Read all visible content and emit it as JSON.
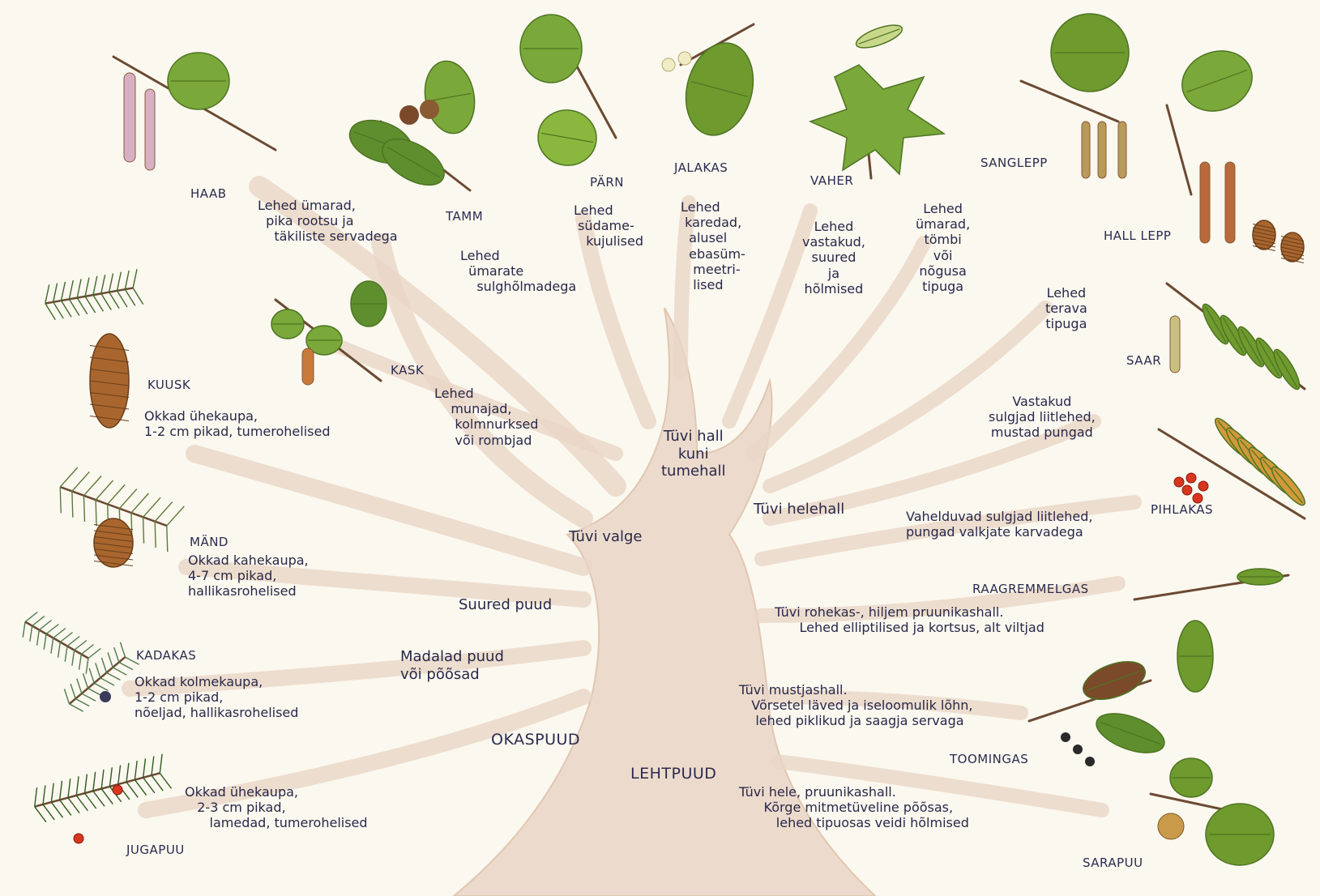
{
  "groups": {
    "conifers": "OKASPUUD",
    "deciduous": "LEHTPUUD",
    "tall_trees": "Suured puud",
    "low_trees": "Madalad puud\nvõi põõsad"
  },
  "trees": {
    "haab": {
      "name": "HAAB",
      "desc": "Lehed ümarad,\n  pika rootsu ja\n    täkiliste servadega"
    },
    "tamm": {
      "name": "TAMM",
      "desc": "Lehed\n  ümarate\n    sulghõlmadega"
    },
    "parn": {
      "name": "PÄRN",
      "desc": "Lehed\n südame-\n   kujulised"
    },
    "jalakas": {
      "name": "JALAKAS",
      "desc": "Lehed\n karedad,\n  alusel\n  ebasüm-\n   meetri-\n   lised"
    },
    "vaher": {
      "name": "VAHER",
      "desc": "Lehed\nvastakud,\nsuured\nja\nhõlmised"
    },
    "sanglepp": {
      "name": "SANGLEPP",
      "desc": "Lehed\nümarad,\ntömbi\nvõi\nnõgusa\ntipuga"
    },
    "hall_lepp": {
      "name": "HALL LEPP",
      "desc": "Lehed\nterava\ntipuga"
    },
    "saar": {
      "name": "SAAR",
      "desc": "Vastakud\nsulgjad liitlehed,\nmustad pungad"
    },
    "pihlakas": {
      "name": "PIHLAKAS",
      "desc": "Vahelduvad sulgjad liitlehed,\npungad valkjate karvadega"
    },
    "raagremmelgas": {
      "name": "RAAGREMMELGAS",
      "desc": "Tüvi rohekas-, hiljem pruunikashall.\n      Lehed elliptilised ja kortsus, alt viltjad"
    },
    "toomingas": {
      "name": "TOOMINGAS",
      "desc": "Tüvi mustjashall.\n   Võrsetel läved ja iseloomulik lõhn,\n    lehed piklikud ja saagja servaga"
    },
    "sarapuu": {
      "name": "SARAPUU",
      "desc": "Tüvi hele, pruunikashall.\n      Kõrge mitmetüveline põõsas,\n         lehed tipuosas veidi hõlmised"
    },
    "kask": {
      "name": "KASK",
      "desc": "Lehed\n    munajad,\n     kolmnurksed\n     või rombjad"
    },
    "kuusk": {
      "name": "KUUSK",
      "desc": "Okkad ühekaupa,\n1-2 cm pikad, tumerohelised"
    },
    "mand": {
      "name": "MÄND",
      "desc": "Okkad kahekaupa,\n4-7 cm pikad,\nhallikasrohelised"
    },
    "kadakas": {
      "name": "KADAKAS",
      "desc": "Okkad kolmekaupa,\n1-2 cm pikad,\nnõeljad, hallikasrohelised"
    },
    "jugapuu": {
      "name": "JUGAPUU",
      "desc": "Okkad ühekaupa,\n   2-3 cm pikad,\n      lamedad, tumerohelised"
    }
  },
  "trunk_notes": {
    "white": "Tüvi valge",
    "light_gray": "Tüvi helehall",
    "gray": "Tüvi hall\nkuni\ntumehall"
  },
  "colors": {
    "background": "#fbf8ef",
    "trunk": "#ead6c6",
    "trunk_stroke": "#dcbfa8",
    "leaf": "#6e9a2e",
    "leaf_dark": "#4e7422",
    "cone": "#a8662e",
    "berry": "#d8361e",
    "catkin": "#d8b0c4",
    "text": "#2b2b50"
  }
}
